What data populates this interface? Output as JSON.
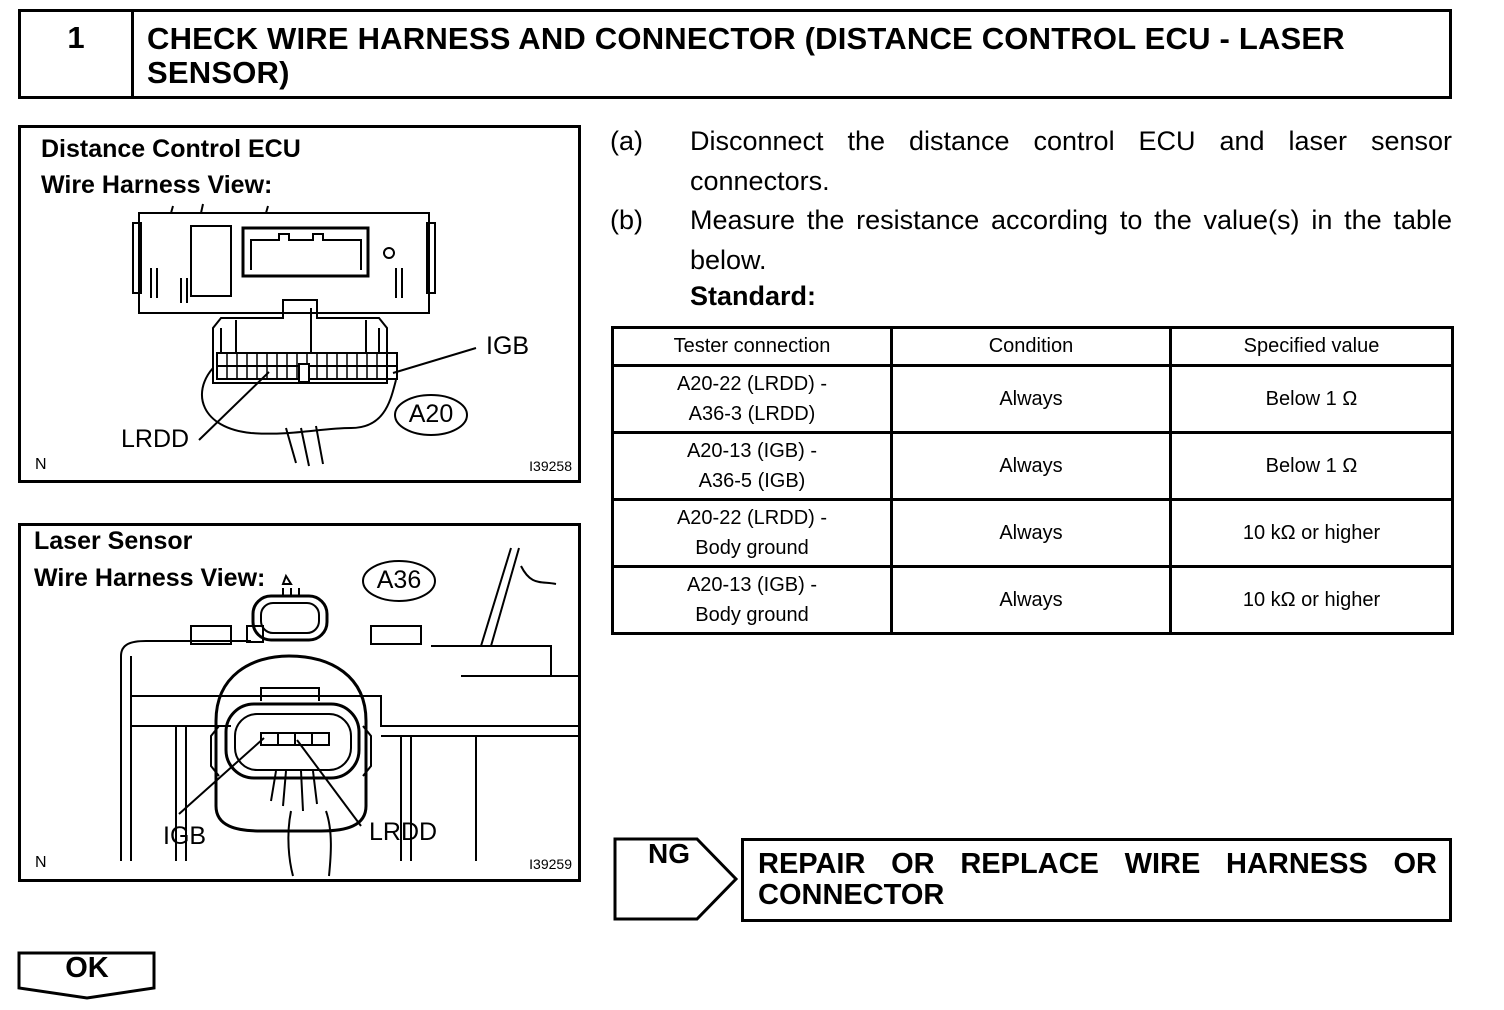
{
  "header": {
    "step_number": "1",
    "title": "CHECK WIRE HARNESS AND CONNECTOR (DISTANCE CONTROL ECU - LASER SENSOR)"
  },
  "figure1": {
    "title_line1": "Distance Control ECU",
    "title_line2": "Wire Harness View:",
    "label_igb": "IGB",
    "label_lrdd": "LRDD",
    "connector_id": "A20",
    "corner_left": "N",
    "corner_right": "I39258"
  },
  "figure2": {
    "title_line1": "Laser Sensor",
    "title_line2": "Wire Harness View:",
    "label_igb": "IGB",
    "label_lrdd": "LRDD",
    "connector_id": "A36",
    "corner_left": "N",
    "corner_right": "I39259"
  },
  "steps": [
    {
      "label": "(a)",
      "text": "Disconnect the distance control ECU and laser sensor connectors."
    },
    {
      "label": "(b)",
      "text": "Measure the resistance according to the value(s) in the table below."
    }
  ],
  "standard_label": "Standard:",
  "table": {
    "headers": [
      "Tester connection",
      "Condition",
      "Specified value"
    ],
    "rows": [
      {
        "conn1": "A20-22 (LRDD) -",
        "conn2": "A36-3 (LRDD)",
        "condition": "Always",
        "value": "Below 1 Ω"
      },
      {
        "conn1": "A20-13 (IGB) -",
        "conn2": "A36-5 (IGB)",
        "condition": "Always",
        "value": "Below 1 Ω"
      },
      {
        "conn1": "A20-22 (LRDD) -",
        "conn2": "Body ground",
        "condition": "Always",
        "value": "10 kΩ or higher"
      },
      {
        "conn1": "A20-13 (IGB) -",
        "conn2": "Body ground",
        "condition": "Always",
        "value": "10 kΩ or higher"
      }
    ]
  },
  "ng": {
    "label": "NG",
    "action": "REPAIR OR REPLACE WIRE HARNESS OR CONNECTOR"
  },
  "ok": {
    "label": "OK"
  }
}
